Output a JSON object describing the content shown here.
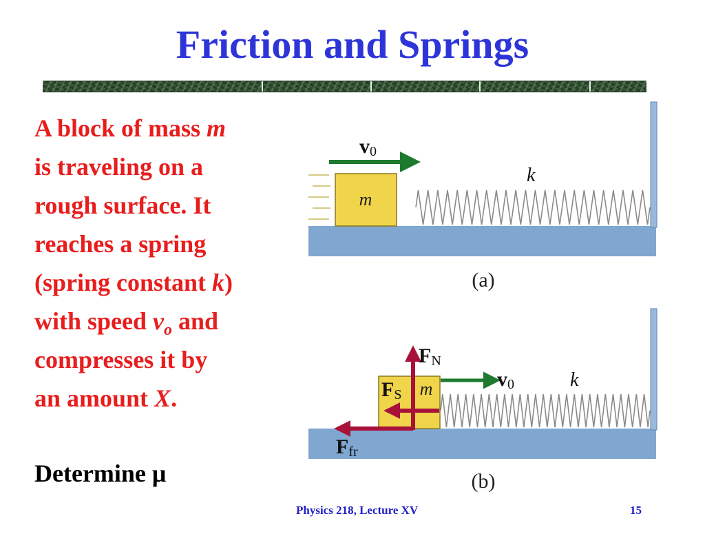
{
  "slide": {
    "title": "Friction and Springs",
    "problem": {
      "line1": "A block of mass ",
      "mass_symbol": "m",
      "line2": "is traveling on a",
      "line3": "rough surface. It",
      "line4": "reaches a spring",
      "line5_start": "(spring constant ",
      "spring_symbol": "k",
      "line5_end": ")",
      "line6_start": "with speed ",
      "speed_symbol": "v",
      "speed_subscript": "o",
      "line6_end": " and",
      "line7": "compresses it by",
      "line8_start": "an amount ",
      "compression_symbol": "X",
      "line8_end": "."
    },
    "task": "Determine μ",
    "footer": {
      "course": "Physics 218, Lecture XV",
      "page": "15"
    }
  },
  "figure": {
    "colors": {
      "floor": "#7fa7d0",
      "block": "#f0d44a",
      "velocity_arrow": "#1e7a2e",
      "force_arrow": "#a8123a"
    },
    "a": {
      "caption": "(a)",
      "velocity_label": "v",
      "velocity_sub": "0",
      "block_label": "m",
      "spring_label": "k"
    },
    "b": {
      "caption": "(b)",
      "velocity_label": "v",
      "velocity_sub": "0",
      "block_label": "m",
      "spring_label": "k",
      "normal_force_label": "F",
      "normal_force_sub": "N",
      "spring_force_label": "F",
      "spring_force_sub": "S",
      "friction_label": "F",
      "friction_sub": "fr"
    }
  }
}
